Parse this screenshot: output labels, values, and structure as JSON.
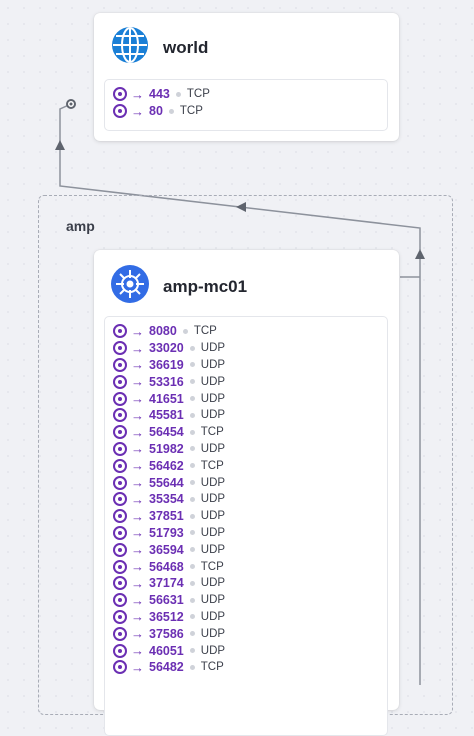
{
  "nodes": {
    "world": {
      "title": "world",
      "icon": "globe-icon",
      "ports": [
        {
          "port": "443",
          "protocol": "TCP"
        },
        {
          "port": "80",
          "protocol": "TCP"
        }
      ]
    },
    "amp_mc01": {
      "title": "amp-mc01",
      "icon": "kubernetes-icon",
      "ports": [
        {
          "port": "8080",
          "protocol": "TCP"
        },
        {
          "port": "33020",
          "protocol": "UDP"
        },
        {
          "port": "36619",
          "protocol": "UDP"
        },
        {
          "port": "53316",
          "protocol": "UDP"
        },
        {
          "port": "41651",
          "protocol": "UDP"
        },
        {
          "port": "45581",
          "protocol": "UDP"
        },
        {
          "port": "56454",
          "protocol": "TCP"
        },
        {
          "port": "51982",
          "protocol": "UDP"
        },
        {
          "port": "56462",
          "protocol": "TCP"
        },
        {
          "port": "55644",
          "protocol": "UDP"
        },
        {
          "port": "35354",
          "protocol": "UDP"
        },
        {
          "port": "37851",
          "protocol": "UDP"
        },
        {
          "port": "51793",
          "protocol": "UDP"
        },
        {
          "port": "36594",
          "protocol": "UDP"
        },
        {
          "port": "56468",
          "protocol": "TCP"
        },
        {
          "port": "37174",
          "protocol": "UDP"
        },
        {
          "port": "56631",
          "protocol": "UDP"
        },
        {
          "port": "36512",
          "protocol": "UDP"
        },
        {
          "port": "37586",
          "protocol": "UDP"
        },
        {
          "port": "46051",
          "protocol": "UDP"
        },
        {
          "port": "56482",
          "protocol": "TCP"
        }
      ]
    }
  },
  "namespace": {
    "label": "amp"
  },
  "colors": {
    "port_accent": "#6b2fb3",
    "globe_blue": "#1a7fd6",
    "k8s_blue": "#326ce5",
    "edge_gray": "#8d929c"
  }
}
